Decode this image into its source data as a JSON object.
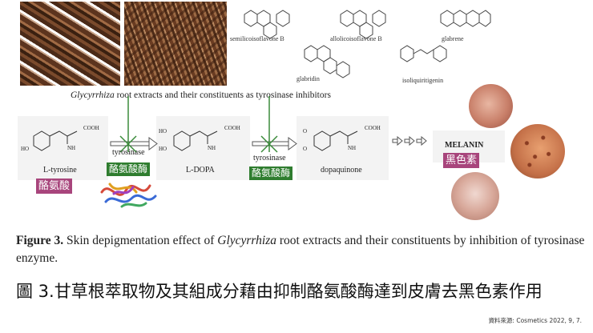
{
  "top_molecules": {
    "semilicoisoflavone": "semilicoisoflavone B",
    "allolicoisoflavone": "allolicoisoflavone B",
    "glabrene": "glabrene",
    "glabridin": "glabridin",
    "isoliquiritigenin": "isoliquiritigenin"
  },
  "header": {
    "italic": "Glycyrrhiza",
    "rest": " root extracts and their constituents as tyrosinase inhibitors"
  },
  "pathway": {
    "l_tyrosine": "L-tyrosine",
    "l_dopa": "L-DOPA",
    "dopaquinone": "dopaquinone",
    "melanin": "MELANIN",
    "enzyme1": "tyrosinase",
    "enzyme2": "tyrosinase",
    "cooh1": "COOH",
    "nh2_1": "NH",
    "ho1": "HO",
    "cooh2": "COOH",
    "nh2_2": "NH",
    "ho2a": "HO",
    "ho2b": "HO",
    "cooh3": "COOH",
    "nh2_3": "NH",
    "o3a": "O",
    "o3b": "O"
  },
  "tags": {
    "tyrosine_zh": "酪氨酸",
    "enzyme1_zh": "酪氨酸酶",
    "enzyme2_zh": "酪氨酸酶",
    "melanin_zh": "黑色素"
  },
  "caption": {
    "fig": "Figure 3.",
    "part1": " Skin depigmentation effect of ",
    "italic": "Glycyrrhiza",
    "part2": " root extracts and their constituents by inhibition of tyrosinase enzyme."
  },
  "zh_title": "圖 3.甘草根萃取物及其組成分藉由抑制酪氨酸酶達到皮膚去黑色素作用",
  "source": "資料來源: Cosmetics 2022, 9, 7."
}
